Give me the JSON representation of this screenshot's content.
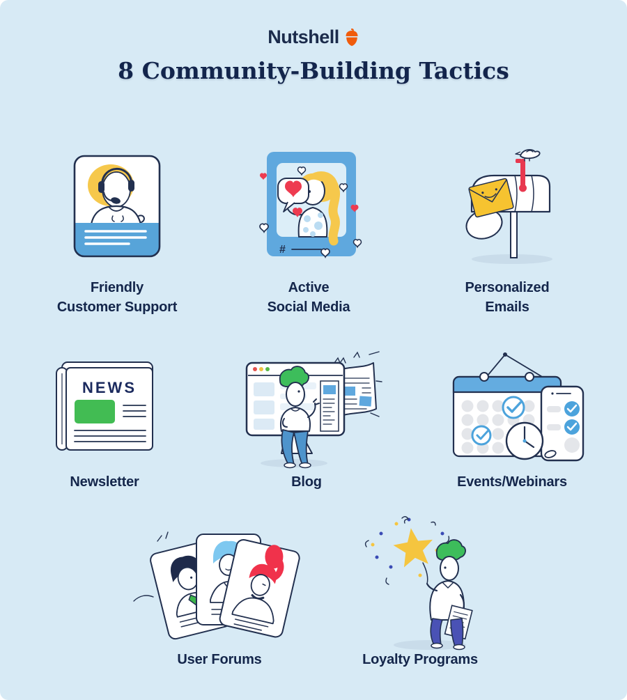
{
  "page": {
    "background_color": "#D7EAF5",
    "text_color": "#13254C"
  },
  "header": {
    "logo": {
      "text": "Nutshell",
      "icon": "acorn-icon",
      "text_color": "#1B2B4B",
      "acorn_color": "#F05C0C"
    },
    "title": "8 Community-Building Tactics"
  },
  "tactics": [
    {
      "id": "friendly-customer-support",
      "illustration": "support-agent-card",
      "lines": [
        "Friendly",
        "Customer Support"
      ]
    },
    {
      "id": "active-social-media",
      "illustration": "social-post-with-hearts",
      "lines": [
        "Active",
        "Social Media"
      ]
    },
    {
      "id": "personalized-emails",
      "illustration": "mailbox-with-envelope-and-bird",
      "lines": [
        "Personalized",
        "Emails"
      ]
    },
    {
      "id": "newsletter",
      "illustration": "newspaper",
      "lines": [
        "Newsletter"
      ]
    },
    {
      "id": "blog",
      "illustration": "person-at-monitor-with-pages",
      "lines": [
        "Blog"
      ]
    },
    {
      "id": "events-webinars",
      "illustration": "calendar-phone-clock",
      "lines": [
        "Events/Webinars"
      ]
    },
    {
      "id": "user-forums",
      "illustration": "profile-cards-fan",
      "lines": [
        "User Forums"
      ]
    },
    {
      "id": "loyalty-programs",
      "illustration": "person-holding-star-confetti",
      "lines": [
        "Loyalty Programs"
      ]
    }
  ],
  "illustration_text": {
    "newspaper_headline": "NEWS",
    "social_hashtag": "#"
  },
  "colors": {
    "navy_outline": "#22304F",
    "accent_blue": "#5FA8DE",
    "card_blue": "#57A4D9",
    "calendar_header_blue": "#64ACE0",
    "check_blue": "#4CA3DC",
    "light_blue_fill": "#DCEEF8",
    "polka_dot_blue": "#BBDCF2",
    "yellow": "#F6C84C",
    "star_yellow": "#F5C53F",
    "envelope_yellow": "#F6C330",
    "orange": "#F05C0C",
    "green": "#3DBD5B",
    "news_green": "#42BC53",
    "tie_green": "#3CB54A",
    "red": "#EE3B50",
    "flag_red": "#E8384F",
    "hair_red": "#F0324B",
    "hair_light_blue": "#7EC8F0",
    "pants_blue": "#4E94CC",
    "pants_indigo": "#4A52B5",
    "confetti_indigo": "#3A4BB5",
    "shadow_blue": "#C9DCEA",
    "gray_dot": "#E4E6EA",
    "browser_dot_red": "#E3524F",
    "browser_dot_yellow": "#EFC242",
    "browser_dot_green": "#57B747"
  }
}
